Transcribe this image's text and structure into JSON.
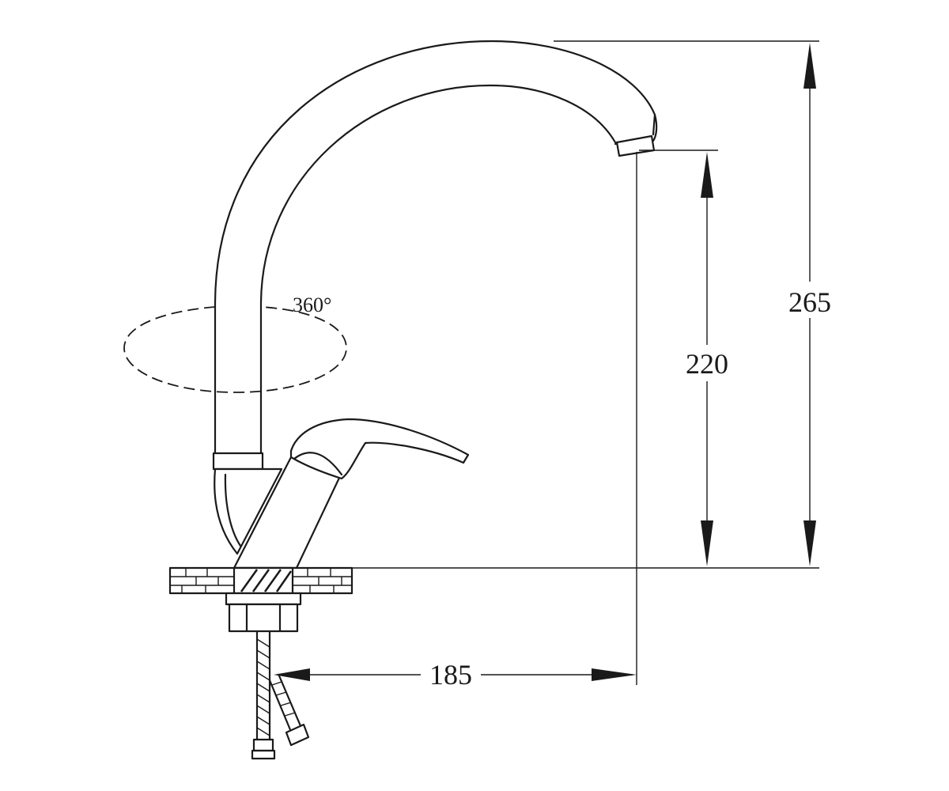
{
  "diagram": {
    "labels": {
      "rotation": "360°",
      "spout_height": "220",
      "total_height": "265",
      "reach": "185"
    }
  }
}
